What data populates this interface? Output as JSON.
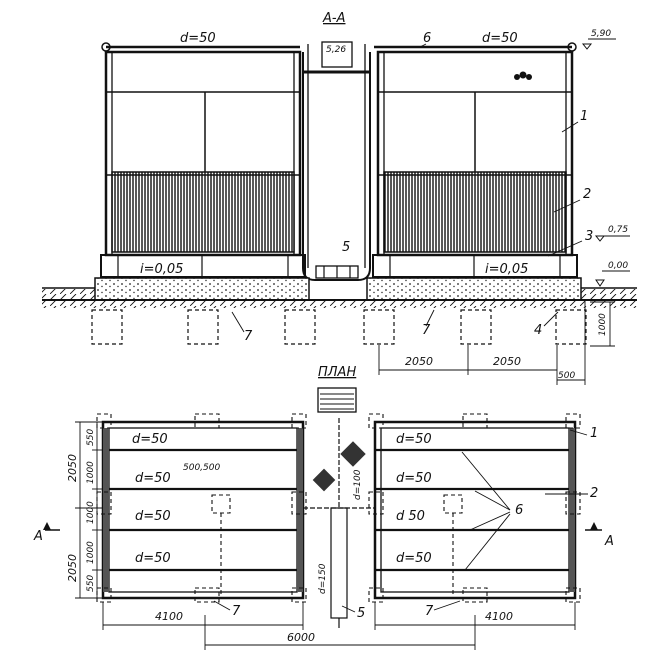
{
  "section": {
    "title": "А-А",
    "pipe_labels": [
      "d=50",
      "d=50"
    ],
    "elevations": [
      "5,90",
      "5,26",
      "0,75",
      "0,00"
    ],
    "slopes": [
      "i=0,05",
      "i=0,05"
    ],
    "callouts": [
      "1",
      "2",
      "3",
      "4",
      "5",
      "6",
      "7",
      "7"
    ],
    "dims": [
      "2050",
      "2050",
      "500",
      "1000"
    ]
  },
  "plan": {
    "title": "ПЛАН",
    "pipe_labels_left": [
      "d=50",
      "d=50",
      "d=50",
      "d=50"
    ],
    "pipe_labels_right": [
      "d=50",
      "d=50",
      "d 50",
      "d=50"
    ],
    "pipe_small": "500,500",
    "pipe_center": "d=100",
    "pipe_drain": "d=150",
    "left_dims": [
      "2050",
      "2050",
      "550",
      "1000",
      "1000",
      "1000",
      "550"
    ],
    "callouts": [
      "1",
      "2",
      "6",
      "5",
      "7",
      "7"
    ],
    "section_marks": [
      "А",
      "А"
    ],
    "bottom_dims": [
      "4100",
      "4100",
      "6000"
    ]
  },
  "colors": {
    "ink": "#111111",
    "paper": "#ffffff",
    "fill_dark": "#555555"
  }
}
